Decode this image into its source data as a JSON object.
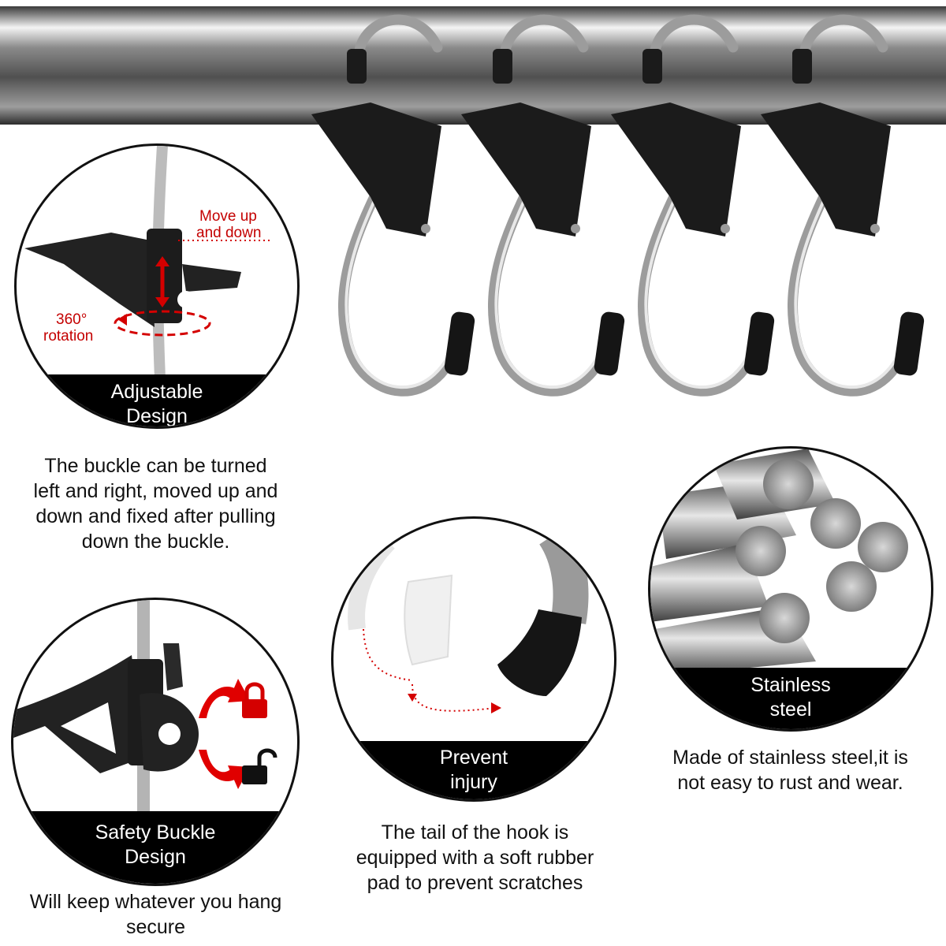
{
  "features": {
    "adjustable": {
      "title_line1": "Adjustable",
      "title_line2": "Design",
      "caption_line1": "The buckle can be turned",
      "caption_line2": "left and right, moved up and",
      "caption_line3": "down and fixed after pulling",
      "caption_line4": "down the buckle.",
      "note_move_line1": "Move up",
      "note_move_line2": "and down",
      "note_rotation_line1": "360°",
      "note_rotation_line2": "rotation"
    },
    "stainless": {
      "title_line1": "Stainless",
      "title_line2": "steel",
      "caption_line1": "Made of stainless steel,it is",
      "caption_line2": "not easy to rust and wear."
    },
    "prevent_injury": {
      "title_line1": "Prevent",
      "title_line2": "injury",
      "caption_line1": "The tail of the hook is",
      "caption_line2": "equipped with a soft rubber",
      "caption_line3": "pad to prevent scratches"
    },
    "safety_buckle": {
      "title_line1": "Safety Buckle",
      "title_line2": "Design",
      "caption_line1": "Will keep whatever you hang",
      "caption_line2": "secure"
    }
  },
  "colors": {
    "accent_red": "#d40000",
    "band_black": "#000000",
    "steel": "#9a9a9a"
  },
  "icons": [
    "lock-icon",
    "unlock-icon",
    "rotate-arrow-icon",
    "up-down-arrow-icon"
  ]
}
